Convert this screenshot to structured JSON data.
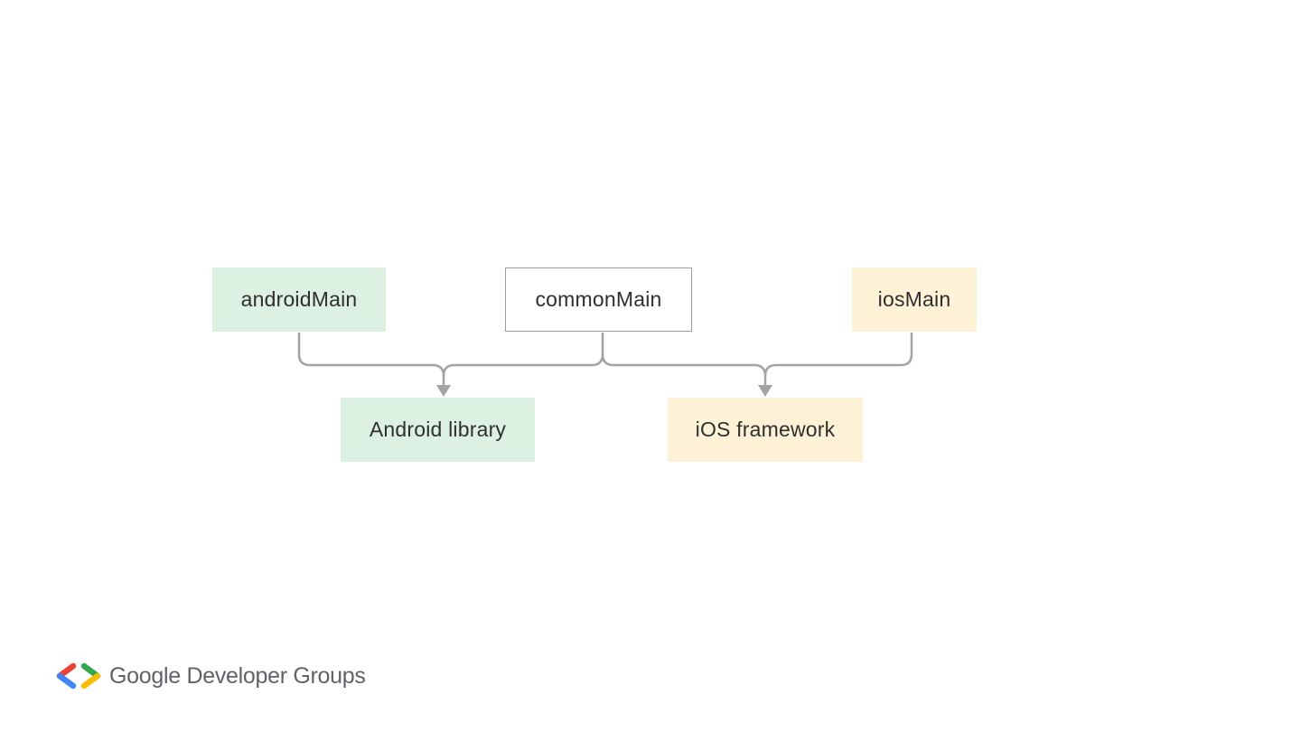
{
  "diagram": {
    "nodes": {
      "androidMain": "androidMain",
      "commonMain": "commonMain",
      "iosMain": "iosMain",
      "androidLibrary": "Android library",
      "iosFramework": "iOS framework"
    },
    "edges": [
      {
        "from": "androidMain",
        "to": "androidLibrary"
      },
      {
        "from": "commonMain",
        "to": "androidLibrary"
      },
      {
        "from": "commonMain",
        "to": "iosFramework"
      },
      {
        "from": "iosMain",
        "to": "iosFramework"
      }
    ]
  },
  "colors": {
    "android_fill": "#dcf1e2",
    "ios_fill": "#fdf2d6",
    "common_border": "#9e9e9e",
    "connector": "#a3a3a3"
  },
  "brand": {
    "text": "Google Developer Groups",
    "logo_icon": "gdg-logo-icon"
  }
}
